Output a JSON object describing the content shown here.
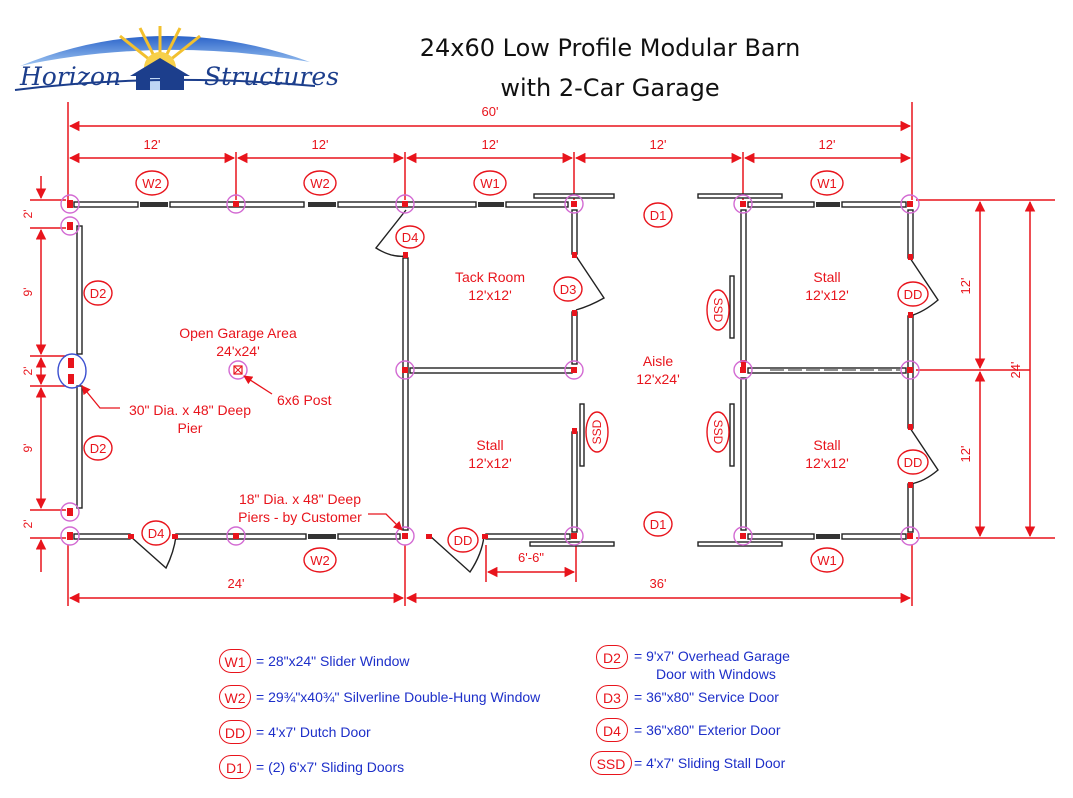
{
  "logo": {
    "left_word": "Horizon",
    "right_word": "Structures"
  },
  "title": {
    "line1": "24x60 Low Profile Modular Barn",
    "line2": "with 2-Car Garage"
  },
  "dimensions": {
    "overall": "60'",
    "bays": [
      "12'",
      "12'",
      "12'",
      "12'",
      "12'"
    ],
    "bottom_left": "24'",
    "bottom_right": "36'",
    "door_opening": "6'-6\"",
    "left_side": [
      "2'",
      "9'",
      "2'",
      "9'",
      "2'"
    ],
    "right_inner": [
      "12'",
      "12'"
    ],
    "right_outer": "24'"
  },
  "rooms": {
    "garage": {
      "name": "Open Garage Area",
      "size": "24'x24'"
    },
    "tack": {
      "name": "Tack Room",
      "size": "12'x12'"
    },
    "aisle": {
      "name": "Aisle",
      "size": "12'x24'"
    },
    "stall_tr": {
      "name": "Stall",
      "size": "12'x12'"
    },
    "stall_bc": {
      "name": "Stall",
      "size": "12'x12'"
    },
    "stall_br": {
      "name": "Stall",
      "size": "12'x12'"
    }
  },
  "annotations": {
    "post": "6x6 Post",
    "pier30_l1": "30\" Dia. x 48\" Deep",
    "pier30_l2": "Pier",
    "pier18_l1": "18\" Dia. x 48\" Deep",
    "pier18_l2": "Piers - by Customer"
  },
  "tags": {
    "w1": "W1",
    "w2": "W2",
    "dd": "DD",
    "d1": "D1",
    "d2": "D2",
    "d3": "D3",
    "d4": "D4",
    "ssd": "SSD"
  },
  "legend": [
    {
      "code": "W1",
      "text": "= 28\"x24\" Slider Window"
    },
    {
      "code": "W2",
      "text": "= 29¾\"x40¾\" Silverline Double-Hung Window"
    },
    {
      "code": "DD",
      "text": "= 4'x7' Dutch Door"
    },
    {
      "code": "D1",
      "text": "= (2) 6'x7' Sliding Doors"
    },
    {
      "code": "D2",
      "text": "= 9'x7' Overhead Garage",
      "text2": "Door with Windows"
    },
    {
      "code": "D3",
      "text": "= 36\"x80\" Service Door"
    },
    {
      "code": "D4",
      "text": "= 36\"x80\" Exterior Door"
    },
    {
      "code": "SSD",
      "text": "= 4'x7' Sliding Stall Door"
    }
  ],
  "colors": {
    "dimension": "#e8141c",
    "legend_text": "#1d2fc9",
    "pier_circle": "#d36bd3",
    "wall": "#222222",
    "logo_blue": "#1c3e8c",
    "sun": "#f2c02e"
  }
}
